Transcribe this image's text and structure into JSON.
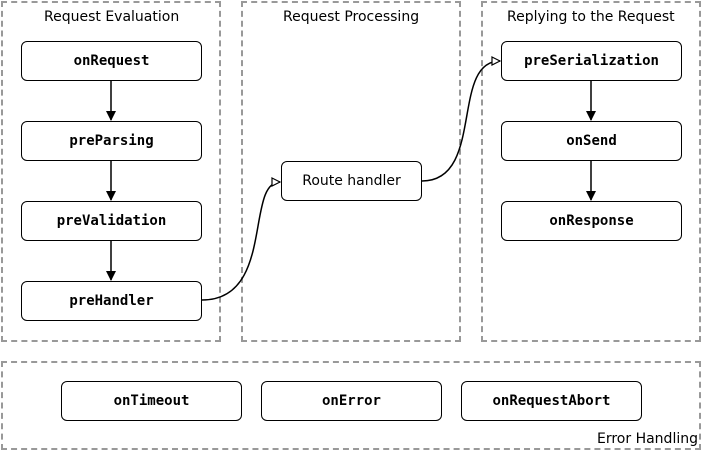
{
  "groups": {
    "evaluation": {
      "title": "Request Evaluation"
    },
    "processing": {
      "title": "Request Processing"
    },
    "replying": {
      "title": "Replying to the Request"
    },
    "error": {
      "title": "Error Handling"
    }
  },
  "nodes": {
    "onRequest": "onRequest",
    "preParsing": "preParsing",
    "preValidation": "preValidation",
    "preHandler": "preHandler",
    "routeHandler": "Route handler",
    "preSerialization": "preSerialization",
    "onSend": "onSend",
    "onResponse": "onResponse",
    "onTimeout": "onTimeout",
    "onError": "onError",
    "onRequestAbort": "onRequestAbort"
  },
  "colors": {
    "group_border": "#999999",
    "node_border": "#000000",
    "edge": "#000000",
    "background": "#ffffff"
  }
}
